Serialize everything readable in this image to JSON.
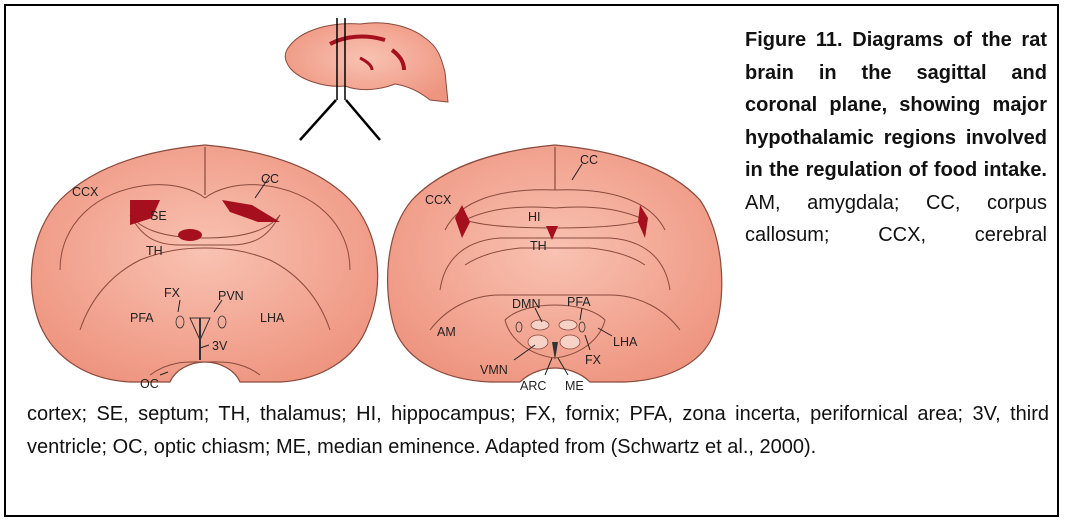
{
  "caption": {
    "title": "Figure 11. Diagrams of the rat brain in the sagittal and coronal plane, showing major hypothalamic regions involved in the regulation of food intake.",
    "body_start": "AM, amygdala; CC, corpus callosum; CCX, cerebral",
    "body_rest": "cortex; SE, septum; TH, thalamus; HI, hippocampus; FX, fornix; PFA, zona incerta, perifornical area; 3V, third ventricle; OC, optic chiasm; ME, median eminence. Adapted from (Schwartz et al., 2000)."
  },
  "left_section_labels": {
    "ccx": "CCX",
    "cc": "CC",
    "se": "SE",
    "th": "TH",
    "fx": "FX",
    "pvn": "PVN",
    "pfa": "PFA",
    "lha": "LHA",
    "v3": "3V",
    "oc": "OC"
  },
  "right_section_labels": {
    "cc": "CC",
    "ccx": "CCX",
    "hi": "HI",
    "th": "TH",
    "am": "AM",
    "dmn": "DMN",
    "pfa": "PFA",
    "lha": "LHA",
    "fx": "FX",
    "vmn": "VMN",
    "arc": "ARC",
    "me": "ME"
  },
  "colors": {
    "brain_fill": "#f3a996",
    "brain_stroke": "#8a4a3c",
    "region_fill": "#a50f1e"
  }
}
